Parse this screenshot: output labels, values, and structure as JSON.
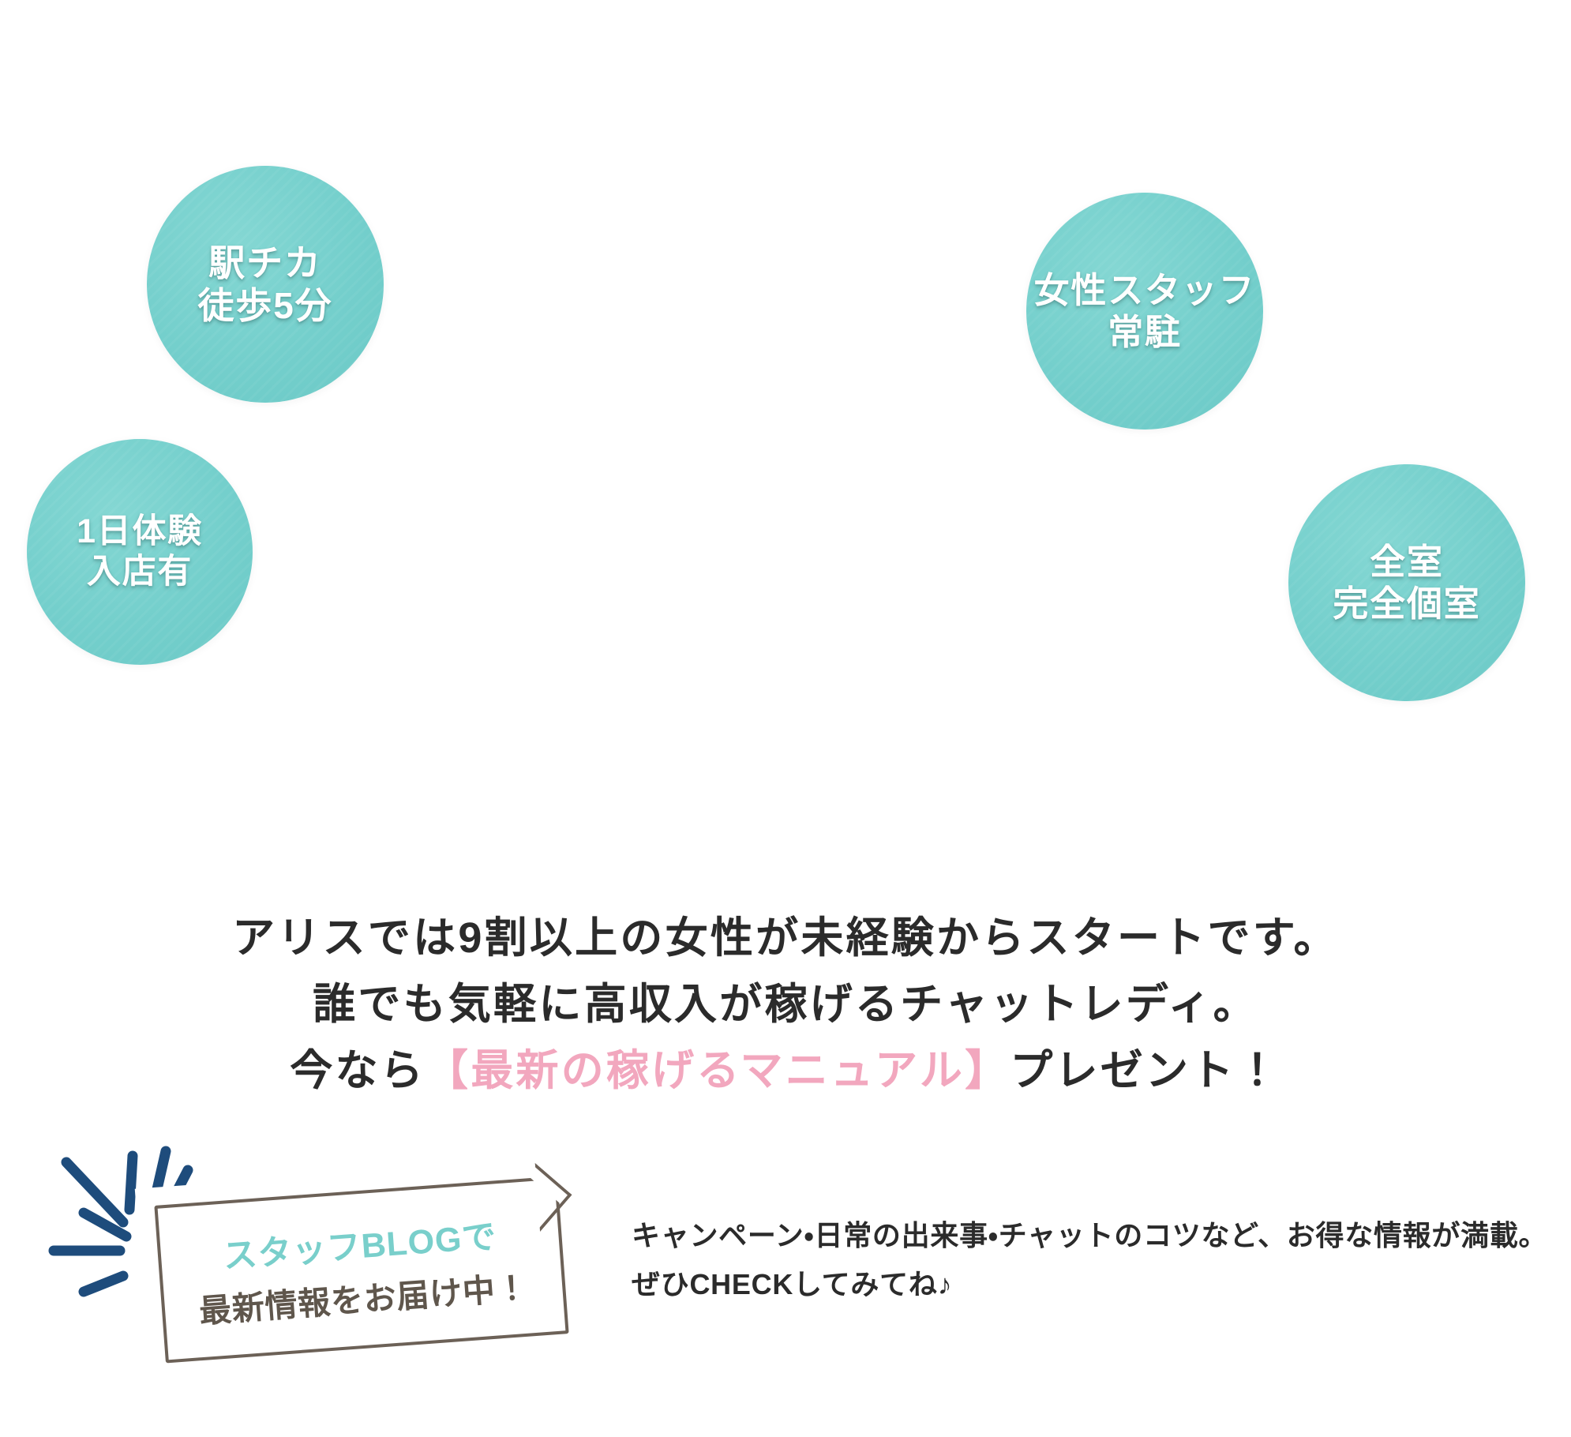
{
  "colors": {
    "bubble_teal": "#74cfcc",
    "bubble_text": "#ffffff",
    "headline_dark": "#2b2b2b",
    "headline_pink": "#f2a7be",
    "blog_teal": "#79cfcb",
    "blog_brown": "#5f564c",
    "sparkle_navy": "#1e4c7c",
    "card_border": "#6c6157"
  },
  "bubbles": [
    {
      "id": "station",
      "icon": "circle-badge-icon",
      "lines": [
        "駅チカ",
        "徒歩5分"
      ]
    },
    {
      "id": "trial",
      "icon": "circle-badge-icon",
      "lines": [
        "1日体験",
        "入店有"
      ]
    },
    {
      "id": "staff",
      "icon": "circle-badge-icon",
      "lines": [
        "女性スタッフ",
        "常駐"
      ]
    },
    {
      "id": "private",
      "icon": "circle-badge-icon",
      "lines": [
        "全室",
        "完全個室"
      ]
    }
  ],
  "headline": {
    "line1": "アリスでは9割以上の女性が未経験からスタートです。",
    "line2": "誰でも気軽に高収入が稼げるチャットレディ。",
    "line3_pre": "今なら",
    "line3_highlight": "【最新の稼げるマニュアル】",
    "line3_post": "プレゼント！"
  },
  "blog": {
    "card_line1": "スタッフBLOGで",
    "card_line2": "最新情報をお届け中！",
    "desc_line1": "キャンペーン・日常の出来事・チャットのコツなど、お得な情報が満載。",
    "desc_line2": "ぜひCHECKしてみてね♪"
  }
}
